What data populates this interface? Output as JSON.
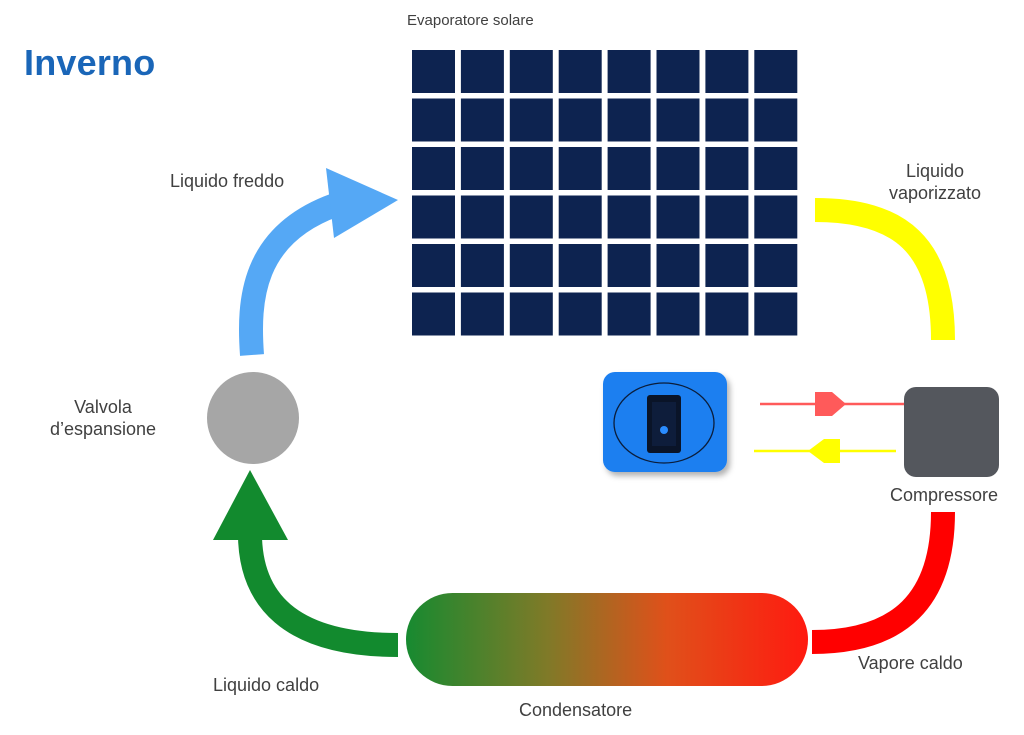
{
  "title": "Inverno",
  "labels": {
    "evaporator": "Evaporatore solare",
    "cold_liquid": "Liquido freddo",
    "vaporized_liquid_line1": "Liquido",
    "vaporized_liquid_line2": "vaporizzato",
    "expansion_valve_line1": "Valvola",
    "expansion_valve_line2": "d’espansione",
    "compressor": "Compressore",
    "hot_vapor": "Vapore caldo",
    "hot_liquid": "Liquido caldo",
    "condenser": "Condensatore"
  },
  "solar_panel": {
    "columns": 8,
    "rows": 6
  },
  "colors": {
    "title": "#1a66b8",
    "panel_cell": "#0d2350",
    "cold_liquid_arrow": "#55a8f5",
    "vaporized_liquid_pipe": "#ffff00",
    "hot_vapor_pipe": "#ff0000",
    "hot_liquid_arrow": "#128a2e",
    "valve": "#a6a6a6",
    "compressor": "#54575d",
    "controller": "#1a7ff0",
    "condenser_gradient_start": "#178a30",
    "condenser_gradient_end": "#ff1a10"
  }
}
